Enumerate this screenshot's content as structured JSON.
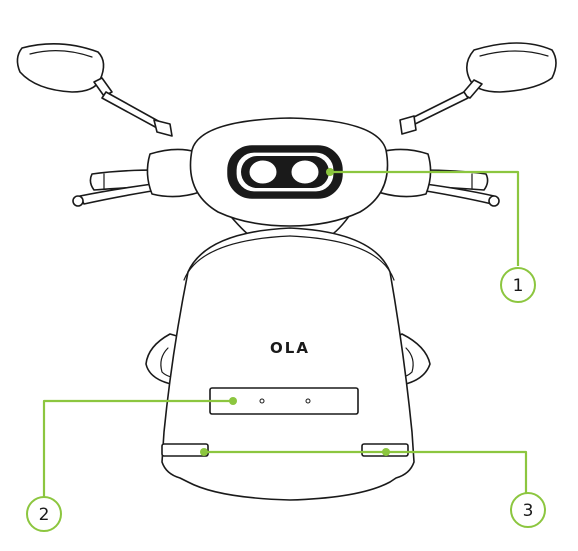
{
  "brand_text": "OLA",
  "accent_color": "#8cc63f",
  "callouts": [
    {
      "number": "1"
    },
    {
      "number": "2"
    },
    {
      "number": "3"
    }
  ]
}
